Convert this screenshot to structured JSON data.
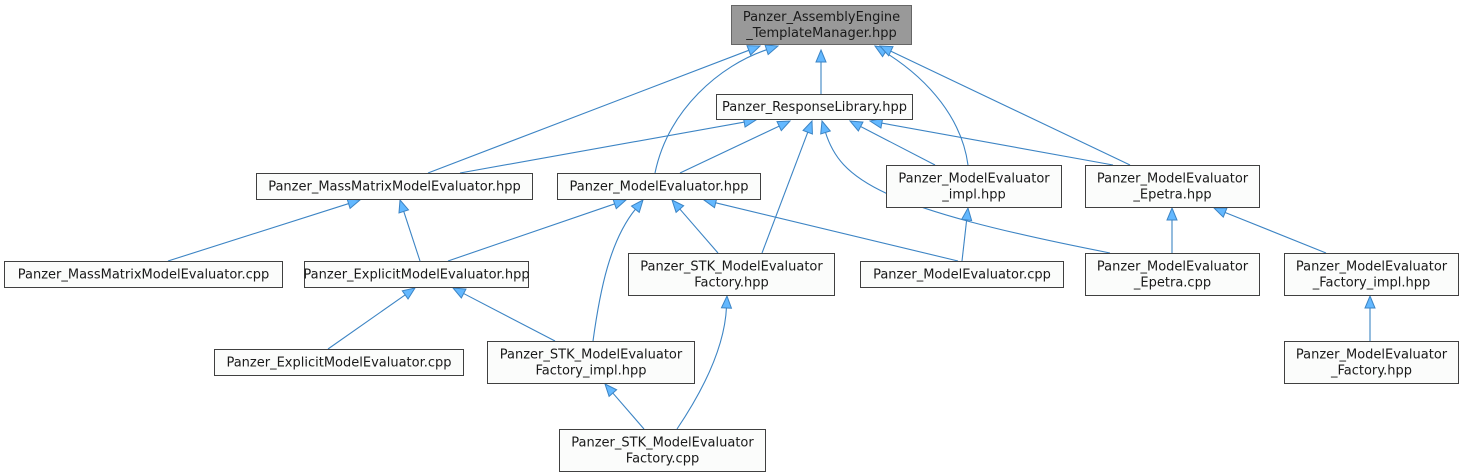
{
  "graph": {
    "type": "include-dependency-graph",
    "root": "n0",
    "colors": {
      "root_fill": "#999999",
      "node_fill": "#fbfcfb",
      "node_border": "#404040",
      "edge": "#3c84c4",
      "arrow_fill": "#63b8ff"
    },
    "nodes": [
      {
        "id": "n0",
        "lines": [
          "Panzer_AssemblyEngine",
          "_TemplateManager.hpp"
        ]
      },
      {
        "id": "n1",
        "lines": [
          "Panzer_ResponseLibrary.hpp"
        ]
      },
      {
        "id": "n2",
        "lines": [
          "Panzer_MassMatrixModelEvaluator.hpp"
        ]
      },
      {
        "id": "n3",
        "lines": [
          "Panzer_ModelEvaluator.hpp"
        ]
      },
      {
        "id": "n4",
        "lines": [
          "Panzer_ModelEvaluator",
          "_impl.hpp"
        ]
      },
      {
        "id": "n5",
        "lines": [
          "Panzer_ModelEvaluator",
          "_Epetra.hpp"
        ]
      },
      {
        "id": "n6",
        "lines": [
          "Panzer_MassMatrixModelEvaluator.cpp"
        ]
      },
      {
        "id": "n7",
        "lines": [
          "Panzer_ExplicitModelEvaluator.hpp"
        ]
      },
      {
        "id": "n8",
        "lines": [
          "Panzer_STK_ModelEvaluator",
          "Factory.hpp"
        ]
      },
      {
        "id": "n9",
        "lines": [
          "Panzer_ModelEvaluator.cpp"
        ]
      },
      {
        "id": "n10",
        "lines": [
          "Panzer_ModelEvaluator",
          "_Epetra.cpp"
        ]
      },
      {
        "id": "n11",
        "lines": [
          "Panzer_ModelEvaluator",
          "_Factory_impl.hpp"
        ]
      },
      {
        "id": "n12",
        "lines": [
          "Panzer_ExplicitModelEvaluator.cpp"
        ]
      },
      {
        "id": "n13",
        "lines": [
          "Panzer_STK_ModelEvaluator",
          "Factory_impl.hpp"
        ]
      },
      {
        "id": "n14",
        "lines": [
          "Panzer_ModelEvaluator",
          "_Factory.hpp"
        ]
      },
      {
        "id": "n15",
        "lines": [
          "Panzer_STK_ModelEvaluator",
          "Factory.cpp"
        ]
      }
    ],
    "edges": [
      {
        "from": "n1",
        "to": "n0"
      },
      {
        "from": "n2",
        "to": "n0"
      },
      {
        "from": "n3",
        "to": "n0"
      },
      {
        "from": "n4",
        "to": "n0"
      },
      {
        "from": "n5",
        "to": "n0"
      },
      {
        "from": "n2",
        "to": "n1"
      },
      {
        "from": "n3",
        "to": "n1"
      },
      {
        "from": "n4",
        "to": "n1"
      },
      {
        "from": "n5",
        "to": "n1"
      },
      {
        "from": "n8",
        "to": "n1"
      },
      {
        "from": "n10",
        "to": "n1"
      },
      {
        "from": "n6",
        "to": "n2"
      },
      {
        "from": "n7",
        "to": "n2"
      },
      {
        "from": "n7",
        "to": "n3"
      },
      {
        "from": "n8",
        "to": "n3"
      },
      {
        "from": "n9",
        "to": "n3"
      },
      {
        "from": "n13",
        "to": "n3"
      },
      {
        "from": "n9",
        "to": "n4"
      },
      {
        "from": "n10",
        "to": "n5"
      },
      {
        "from": "n11",
        "to": "n5"
      },
      {
        "from": "n12",
        "to": "n7"
      },
      {
        "from": "n13",
        "to": "n7"
      },
      {
        "from": "n15",
        "to": "n8"
      },
      {
        "from": "n15",
        "to": "n13"
      },
      {
        "from": "n14",
        "to": "n11"
      }
    ]
  }
}
